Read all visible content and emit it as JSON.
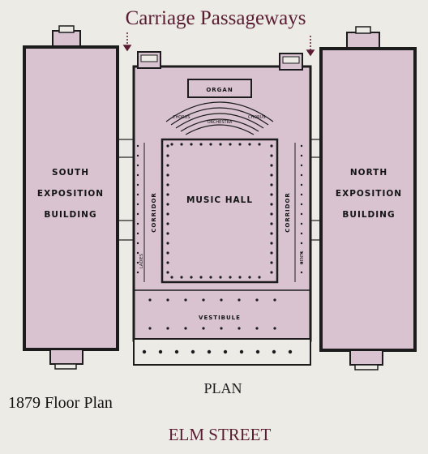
{
  "header": {
    "title": "Carriage Passageways"
  },
  "footer": {
    "date_caption": "1879 Floor Plan",
    "street": "ELM STREET",
    "plan_label": "PLAN"
  },
  "rooms": {
    "south": [
      "SOUTH",
      "EXPOSITION",
      "BUILDING"
    ],
    "north": [
      "NORTH",
      "EXPOSITION",
      "BUILDING"
    ],
    "music_hall": "MUSIC HALL",
    "organ": "ORGAN",
    "orchestra": "ORCHESTRA",
    "chorus_left": "CHORUS",
    "chorus_right": "CHORUS",
    "corridor_left": "CORRIDOR",
    "corridor_right": "CORRIDOR",
    "vestibule": "VESTIBULE",
    "ladies": "LADIES",
    "gents": "GENTS"
  },
  "colors": {
    "floor": "#d9c3d1",
    "wall": "#1c1c1c",
    "title": "#5a1c33",
    "background": "#ecebe6"
  }
}
